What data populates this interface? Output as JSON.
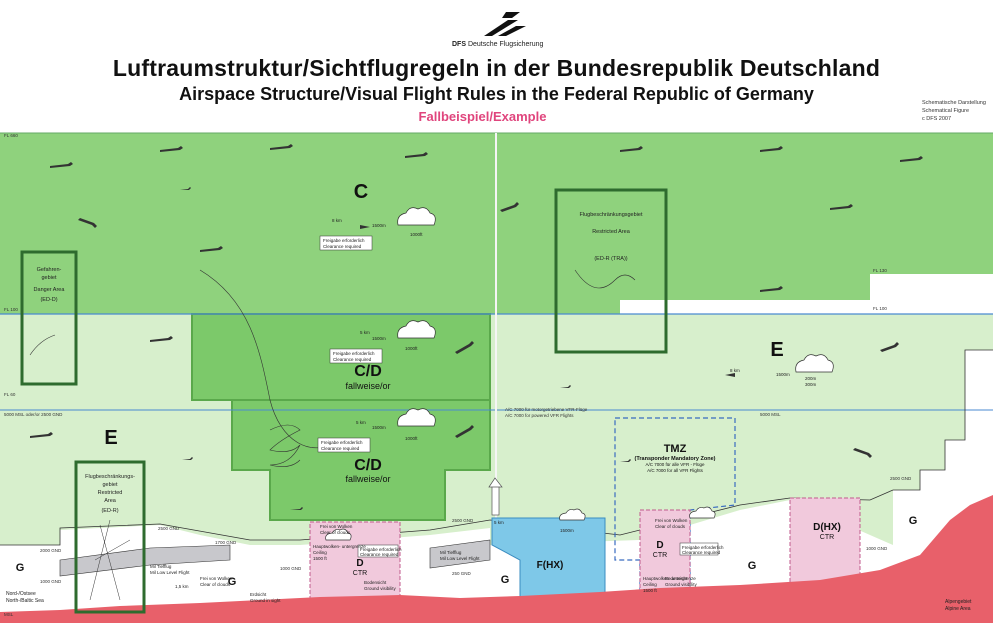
{
  "header": {
    "logo_abbr": "DFS",
    "logo_name": "Deutsche Flugsicherung",
    "title_de": "Luftraumstruktur/Sichtflugregeln in der Bundesrepublik Deutschland",
    "title_en": "Airspace Structure/Visual Flight Rules in the Federal Republic of Germany",
    "example": "Fallbeispiel/Example",
    "schema_de": "Schematische Darstellung",
    "schema_en": "Schematical Figure",
    "copyright": "c  DFS 2007"
  },
  "levels": {
    "fl660": "FL 660",
    "fl100": "FL 100",
    "fl130": "FL 130",
    "fl100_right": "FL 100",
    "fl60": "FL 60",
    "msl5000_left": "5000 MSL oder/or 2500 GND",
    "msl5000_right": "5000 MSL",
    "transponder_de": "A/C 7000 für motorgetriebene VFR-Flüge",
    "transponder_en": "A/C 7000 for powered VFR Flights",
    "gnd2500_a": "2500 GND",
    "gnd2500_b": "2500 GND",
    "gnd2500_c": "2500 GND",
    "gnd1000_a": "1000 GND",
    "gnd1000_b": "1000 GND",
    "gnd1000_c": "1000 GND",
    "gnd2000": "2000 GND",
    "gnd1700": "1700 GND",
    "gnd250": "250 GND",
    "msl": "MSL"
  },
  "airspaces": {
    "c": "C",
    "cd": "C/D",
    "cd_sub": "fallweise/or",
    "e": "E",
    "g": "G",
    "d": "D",
    "ctr": "CTR",
    "fhx": "F(HX)",
    "dhx": "D(HX)",
    "tmz": "TMZ",
    "tmz_sub": "(Transponder Mandatory Zone)",
    "tmz_de": "A/C 7000 für alle VFR - Flüge",
    "tmz_en": "A/C 7000 for all VFR Flights"
  },
  "zones": {
    "danger_de1": "Gefahren-",
    "danger_de2": "gebiet",
    "danger_en": "Danger Area",
    "danger_code": "(ED-D)",
    "restricted_de": "Flugbeschränkungsgebiet",
    "restricted_en": "Restricted Area",
    "restricted_code": "(ED-R (TRA))",
    "restricted2_de1": "Flugbeschränkungs-",
    "restricted2_de2": "gebiet",
    "restricted2_en1": "Restricted",
    "restricted2_en2": "Area",
    "restricted2_code": "(ED-R)"
  },
  "annotations": {
    "km8": "8 km",
    "km5": "5 km",
    "km15": "1,5 km",
    "m1500": "1500m",
    "m1000": "1000ft",
    "m300": "300m",
    "m200": "200m",
    "clearance_de": "Freigabe erforderlich",
    "clearance_en": "Clearance required",
    "clear_de": "Frei von Wolken",
    "clear_en": "Clear of clouds",
    "ground_de": "Erdsicht",
    "ground_en": "Ground in sight",
    "ceiling_de": "Hauptwolken- untergrenze",
    "ceiling_en": "Ceiling",
    "ceiling_val": "1500 ft",
    "bodensicht_de": "Bodensicht",
    "bodensicht_en": "Ground visibility",
    "mil_de": "Mil Tiefflug",
    "mil_en": "Mil Low Level Flight",
    "north_de": "Nord-/Ostsee",
    "north_en": "North-/Baltic Sea",
    "alps_de": "Alpengebiet",
    "alps_en": "Alpine Area"
  },
  "colors": {
    "dark_green": "#8fd27d",
    "light_green": "#d7efcc",
    "mid_green": "#7cc96a",
    "pink": "#f1c9dc",
    "blue": "#7ec8e8",
    "terrain": "#e8606a",
    "title_pink": "#e0457d"
  }
}
